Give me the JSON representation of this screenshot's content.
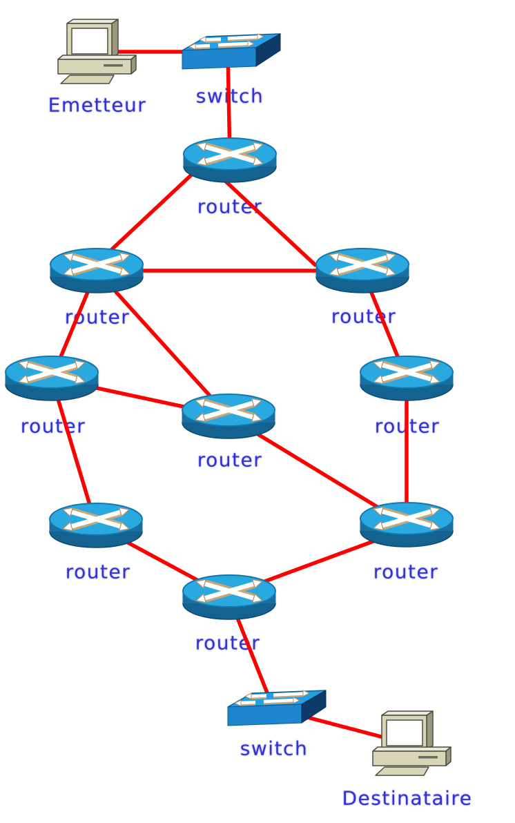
{
  "diagram": {
    "type": "network-topology",
    "background": "#ffffff",
    "colors": {
      "link": "#ff0000",
      "label_text": "#3232d2",
      "router_top": "#2aa9e1",
      "router_side": "#1a6fa0",
      "switch_top": "#25a0e6",
      "switch_front": "#1e86cf",
      "switch_side": "#0d3a66",
      "pc_body": "#d9d6b8",
      "arrow": "#ffffff"
    },
    "nodes": {
      "emetteur": {
        "type": "pc",
        "label": "Emetteur"
      },
      "switch1": {
        "type": "switch",
        "label": "switch"
      },
      "router_a": {
        "type": "router",
        "label": "router"
      },
      "router_b": {
        "type": "router",
        "label": "router"
      },
      "router_c": {
        "type": "router",
        "label": "router"
      },
      "router_d": {
        "type": "router",
        "label": "router"
      },
      "router_e": {
        "type": "router",
        "label": "router"
      },
      "router_f": {
        "type": "router",
        "label": "router"
      },
      "router_g": {
        "type": "router",
        "label": "router"
      },
      "router_h": {
        "type": "router",
        "label": "router"
      },
      "router_i": {
        "type": "router",
        "label": "router"
      },
      "switch2": {
        "type": "switch",
        "label": "switch"
      },
      "destinataire": {
        "type": "pc",
        "label": "Destinataire"
      }
    },
    "links": [
      {
        "from": "emetteur",
        "to": "switch1"
      },
      {
        "from": "switch1",
        "to": "router_a"
      },
      {
        "from": "router_a",
        "to": "router_b"
      },
      {
        "from": "router_a",
        "to": "router_c"
      },
      {
        "from": "router_b",
        "to": "router_c"
      },
      {
        "from": "router_b",
        "to": "router_d"
      },
      {
        "from": "router_b",
        "to": "router_e"
      },
      {
        "from": "router_c",
        "to": "router_f"
      },
      {
        "from": "router_d",
        "to": "router_e"
      },
      {
        "from": "router_d",
        "to": "router_g"
      },
      {
        "from": "router_e",
        "to": "router_h"
      },
      {
        "from": "router_f",
        "to": "router_h"
      },
      {
        "from": "router_g",
        "to": "router_i"
      },
      {
        "from": "router_h",
        "to": "router_i"
      },
      {
        "from": "router_i",
        "to": "switch2"
      },
      {
        "from": "switch2",
        "to": "destinataire"
      }
    ]
  }
}
